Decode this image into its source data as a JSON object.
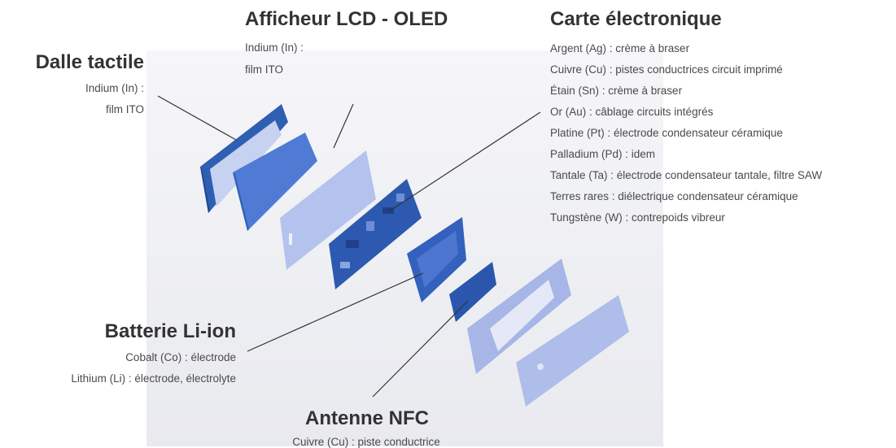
{
  "labels": {
    "dalle": {
      "title": "Dalle tactile",
      "lines": [
        "Indium (In) :",
        "film ITO"
      ]
    },
    "afficheur": {
      "title": "Afficheur LCD - OLED",
      "lines": [
        "Indium (In) :",
        "film ITO"
      ]
    },
    "carte": {
      "title": "Carte électronique",
      "lines": [
        "Argent (Ag) : crème à braser",
        "Cuivre (Cu) : pistes conductrices circuit imprimé",
        "Étain (Sn) : crème à braser",
        "Or (Au) : câblage circuits intégrés",
        "Platine (Pt) : électrode condensateur céramique",
        "Palladium (Pd) : idem",
        "Tantale (Ta) : électrode condensateur tantale, filtre SAW",
        "Terres rares : diélectrique condensateur céramique",
        "Tungstène (W) : contrepoids vibreur"
      ]
    },
    "batterie": {
      "title": "Batterie Li-ion",
      "lines": [
        "Cobalt (Co) : électrode",
        "Lithium (Li) : électrode, électrolyte"
      ]
    },
    "antenne": {
      "title": "Antenne NFC",
      "lines": [
        "Cuivre (Cu) : piste conductrice"
      ]
    }
  },
  "colors": {
    "blue_dark": "#2f5fb3",
    "blue_mid": "#4d7ad0",
    "blue_light": "#a9b8e6",
    "blue_pale": "#bfcaee",
    "glass": "#cdd6f3",
    "text": "#4a4a4a",
    "title": "#333333"
  }
}
